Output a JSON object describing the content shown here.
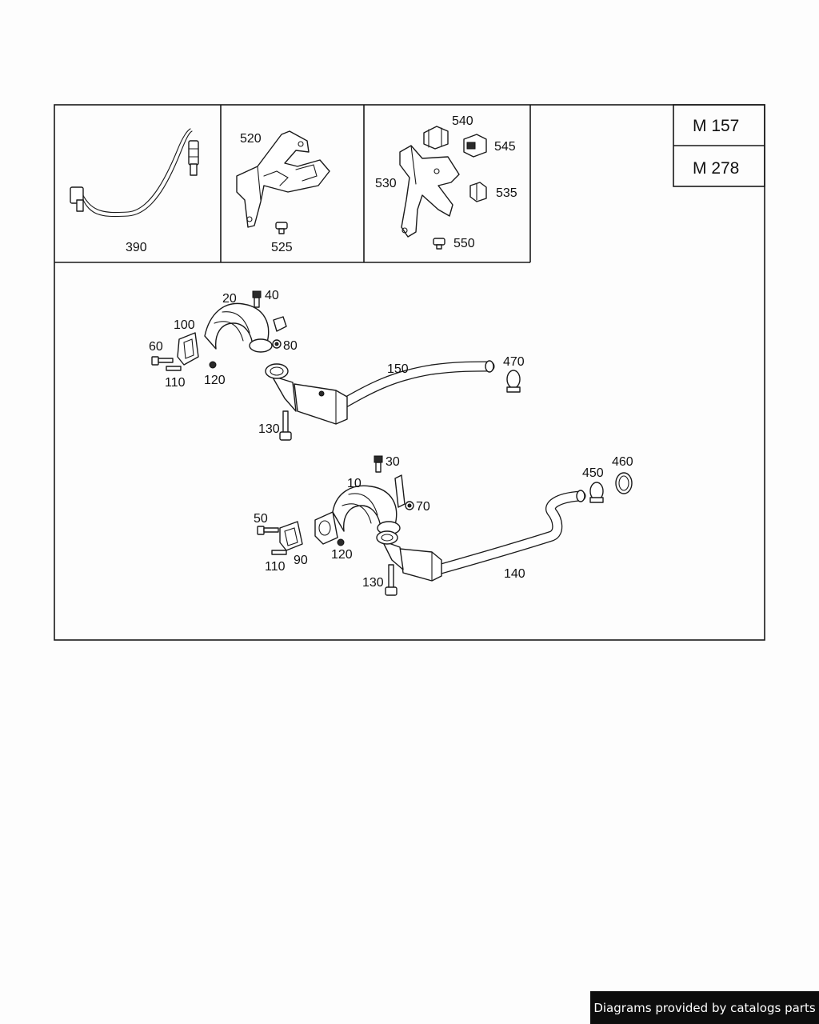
{
  "engine_codes": [
    "M 157",
    "M 278"
  ],
  "callouts": {
    "p390": "390",
    "p520": "520",
    "p525": "525",
    "p530": "530",
    "p535": "535",
    "p540": "540",
    "p545": "545",
    "p550": "550",
    "p20": "20",
    "p40": "40",
    "p80": "80",
    "p100": "100",
    "p60": "60",
    "p110a": "110",
    "p120a": "120",
    "p130a": "130",
    "p150": "150",
    "p470": "470",
    "p10": "10",
    "p30": "30",
    "p70": "70",
    "p50": "50",
    "p90": "90",
    "p110b": "110",
    "p120b": "120",
    "p130b": "130",
    "p140": "140",
    "p450": "450",
    "p460": "460"
  },
  "credit": "Diagrams provided by catalogs parts"
}
